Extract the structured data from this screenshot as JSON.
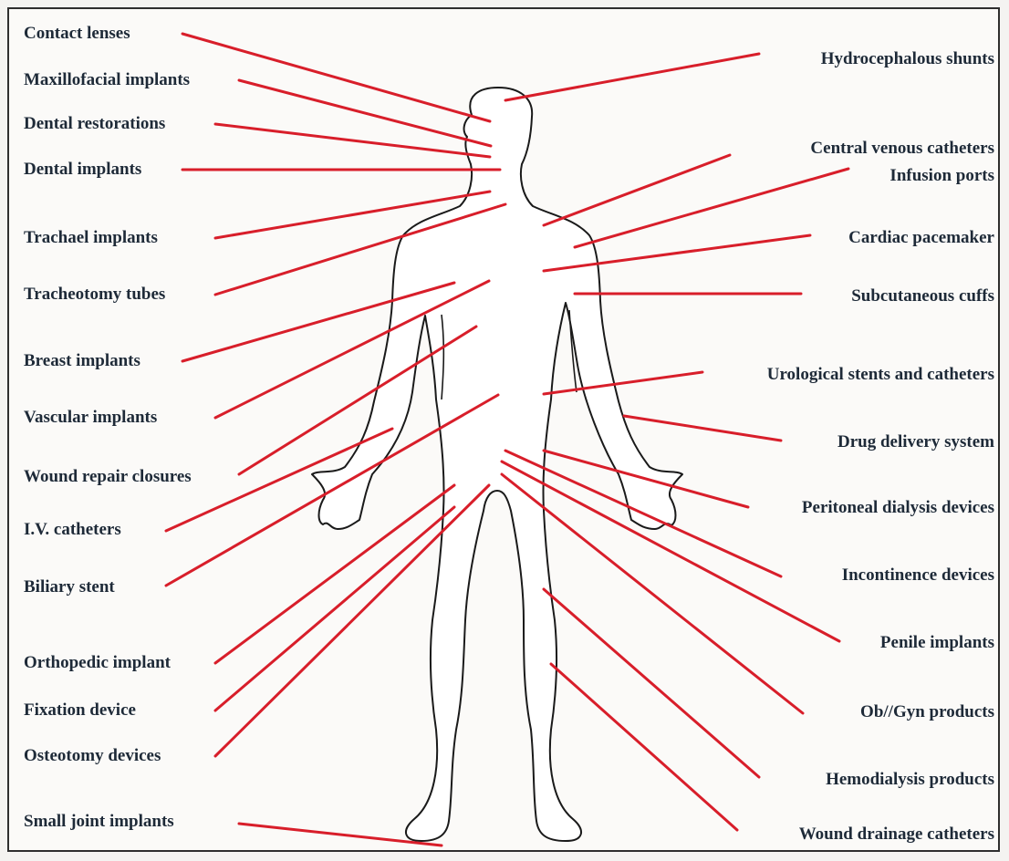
{
  "line_color": "#d81e2a",
  "outline_color": "#1a1a1a",
  "left_labels": [
    {
      "id": "contact-lenses",
      "text": "Contact lenses"
    },
    {
      "id": "maxillofacial-implants",
      "text": "Maxillofacial implants"
    },
    {
      "id": "dental-restorations",
      "text": "Dental restorations"
    },
    {
      "id": "dental-implants",
      "text": "Dental implants"
    },
    {
      "id": "trachael-implants",
      "text": "Trachael implants"
    },
    {
      "id": "tracheotomy-tubes",
      "text": "Tracheotomy tubes"
    },
    {
      "id": "breast-implants",
      "text": "Breast implants"
    },
    {
      "id": "vascular-implants",
      "text": "Vascular implants"
    },
    {
      "id": "wound-repair-closures",
      "text": "Wound repair closures"
    },
    {
      "id": "iv-catheters",
      "text": "I.V. catheters"
    },
    {
      "id": "biliary-stent",
      "text": "Biliary stent"
    },
    {
      "id": "orthopedic-implant",
      "text": "Orthopedic implant"
    },
    {
      "id": "fixation-device",
      "text": "Fixation device"
    },
    {
      "id": "osteotomy-devices",
      "text": "Osteotomy devices"
    },
    {
      "id": "small-joint-implants",
      "text": "Small joint implants"
    }
  ],
  "right_labels": [
    {
      "id": "hydrocephalous-shunts",
      "text": "Hydrocephalous shunts"
    },
    {
      "id": "central-venous-catheters",
      "text": "Central venous catheters"
    },
    {
      "id": "infusion-ports",
      "text": "Infusion ports"
    },
    {
      "id": "cardiac-pacemaker",
      "text": "Cardiac pacemaker"
    },
    {
      "id": "subcutaneous-cuffs",
      "text": "Subcutaneous cuffs"
    },
    {
      "id": "urological-stents-and-catheters",
      "text": "Urological stents and catheters"
    },
    {
      "id": "drug-delivery-system",
      "text": "Drug delivery system"
    },
    {
      "id": "peritoneal-dialysis-devices",
      "text": "Peritoneal dialysis devices"
    },
    {
      "id": "incontinence-devices",
      "text": "Incontinence devices"
    },
    {
      "id": "penile-implants",
      "text": "Penile implants"
    },
    {
      "id": "ob-gyn-products",
      "text": "Ob//Gyn products"
    },
    {
      "id": "hemodialysis-products",
      "text": "Hemodialysis products"
    },
    {
      "id": "wound-drainage-catheters",
      "text": "Wound drainage catheters"
    }
  ]
}
